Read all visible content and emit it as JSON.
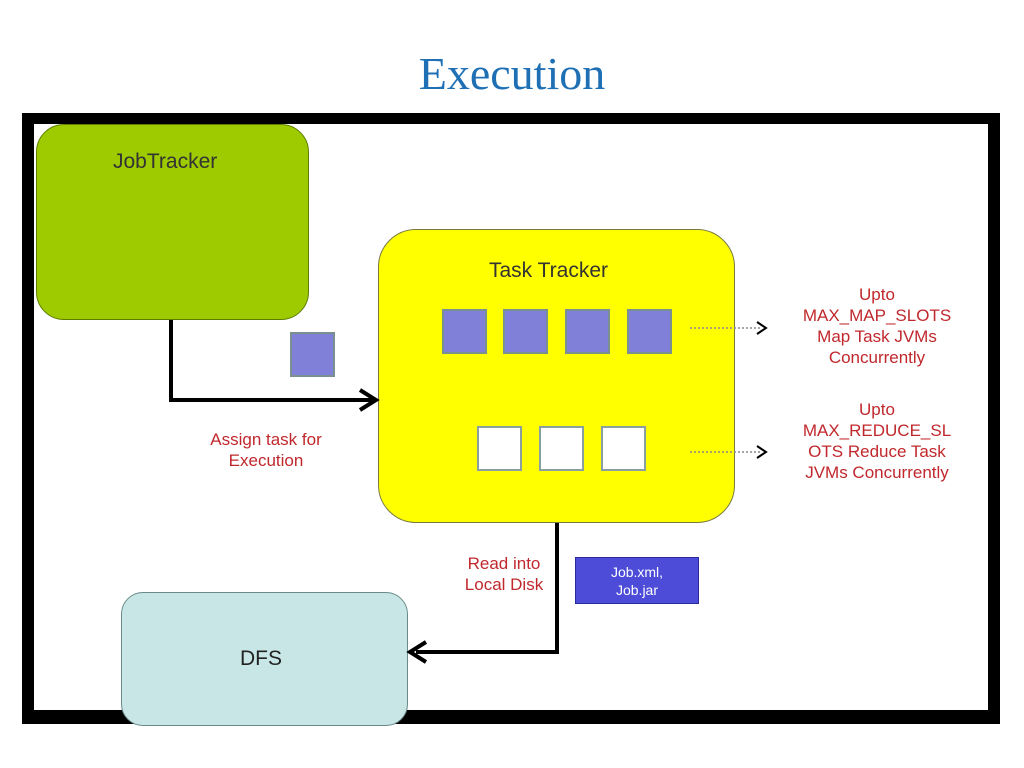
{
  "title": "Execution",
  "nodes": {
    "job_tracker": "JobTracker",
    "task_tracker": "Task Tracker",
    "dfs": "DFS",
    "job_files": [
      "Job.xml,",
      "Job.jar"
    ]
  },
  "annotations": {
    "assign": [
      "Assign task for",
      "Execution"
    ],
    "read": [
      "Read into",
      "Local  Disk"
    ],
    "map_slots": [
      "Upto",
      "MAX_MAP_SLOTS",
      "Map Task JVMs",
      "Concurrently"
    ],
    "reduce_slots": [
      "Upto",
      "MAX_REDUCE_SL",
      "OTS  Reduce Task",
      "JVMs Concurrently"
    ]
  },
  "slots": {
    "map_count": 4,
    "reduce_count": 3
  },
  "colors": {
    "title": "#1f6fb5",
    "job_tracker": "#9dcb00",
    "task_tracker": "#ffff00",
    "dfs": "#c8e6e6",
    "map_slot": "#8080d8",
    "job_files": "#4c4cd8",
    "annotation": "#c0282d"
  }
}
